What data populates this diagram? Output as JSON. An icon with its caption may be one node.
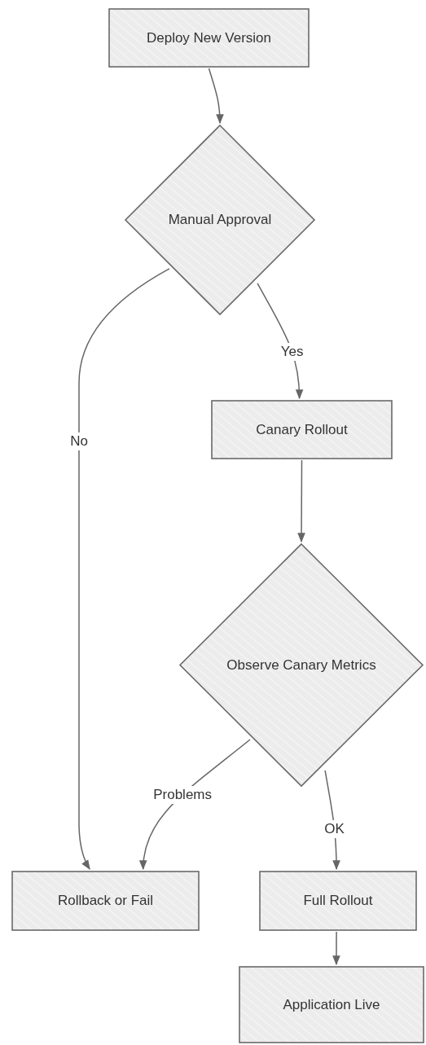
{
  "diagram": {
    "nodes": [
      {
        "text": [
          "Deploy New Version"
        ]
      },
      {
        "text": [
          "Manual Approval"
        ]
      },
      {
        "text": [
          "Canary Rollout"
        ]
      },
      {
        "text": [
          "Observe Canary Metrics"
        ]
      },
      {
        "text": [
          "Rollback or Fail"
        ]
      },
      {
        "text": [
          "Full Rollout"
        ]
      },
      {
        "text": [
          "Application Live"
        ]
      }
    ],
    "edges": [
      {
        "from": 0,
        "to": 1,
        "arrow": "to"
      },
      {
        "from": 1,
        "to": 2,
        "arrow": "to",
        "label": "Yes"
      },
      {
        "from": 1,
        "to": 4,
        "arrow": "to",
        "label": "No"
      },
      {
        "from": 2,
        "to": 3,
        "arrow": "to"
      },
      {
        "from": 3,
        "to": 4,
        "arrow": "to",
        "label": "Problems"
      },
      {
        "from": 3,
        "to": 5,
        "arrow": "to",
        "label": "OK"
      },
      {
        "from": 5,
        "to": 6,
        "arrow": "to"
      }
    ]
  }
}
